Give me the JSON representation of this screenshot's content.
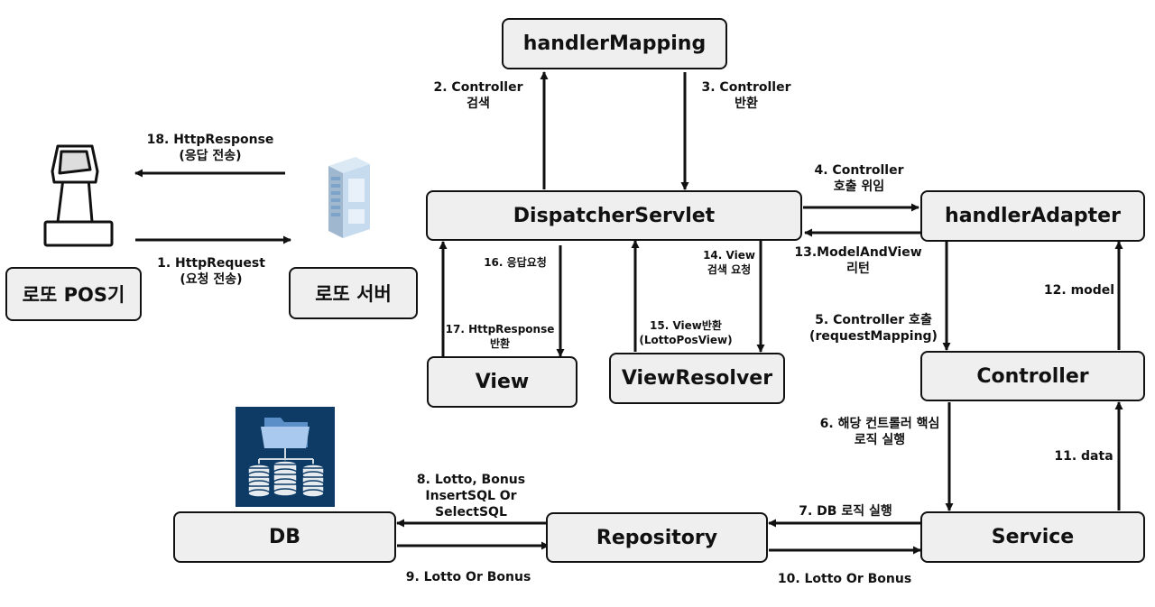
{
  "boxes": {
    "handler_mapping": "handlerMapping",
    "dispatcher_servlet": "DispatcherServlet",
    "handler_adapter": "handlerAdapter",
    "controller": "Controller",
    "view": "View",
    "view_resolver": "ViewResolver",
    "pos": "로또 POS기",
    "server": "로또 서버",
    "db": "DB",
    "repository": "Repository",
    "service": "Service"
  },
  "labels": {
    "l1": [
      "1. HttpRequest",
      "(요청 전송)"
    ],
    "l2": [
      "2. Controller",
      "검색"
    ],
    "l3": [
      "3. Controller",
      "반환"
    ],
    "l4": [
      "4. Controller",
      "호출 위임"
    ],
    "l5": [
      "5. Controller 호출",
      "(requestMapping)"
    ],
    "l6": [
      "6. 해당 컨트롤러 핵심",
      "로직 실행"
    ],
    "l7": [
      "7. DB 로직 실행"
    ],
    "l8": [
      "8. Lotto, Bonus",
      "InsertSQL Or",
      "SelectSQL"
    ],
    "l9": [
      "9. Lotto Or Bonus"
    ],
    "l10": [
      "10. Lotto Or Bonus"
    ],
    "l11": [
      "11. data"
    ],
    "l12": [
      "12. model"
    ],
    "l13": [
      "13.ModelAndView",
      "리턴"
    ],
    "l14": [
      "14. View",
      "검색 요청"
    ],
    "l15": [
      "15. View반환",
      "(LottoPosView)"
    ],
    "l16": [
      "16. 응답요청"
    ],
    "l17": [
      "17. HttpResponse",
      "반환"
    ],
    "l18": [
      "18. HttpResponse",
      "(응답 전송)"
    ]
  },
  "icons": {
    "kiosk": "kiosk-terminal-icon",
    "server": "server-rack-icon",
    "database": "database-folder-icon"
  },
  "colors": {
    "box_fill": "#efefef",
    "line": "#111111",
    "db_icon_bg": "#0d3b66"
  }
}
